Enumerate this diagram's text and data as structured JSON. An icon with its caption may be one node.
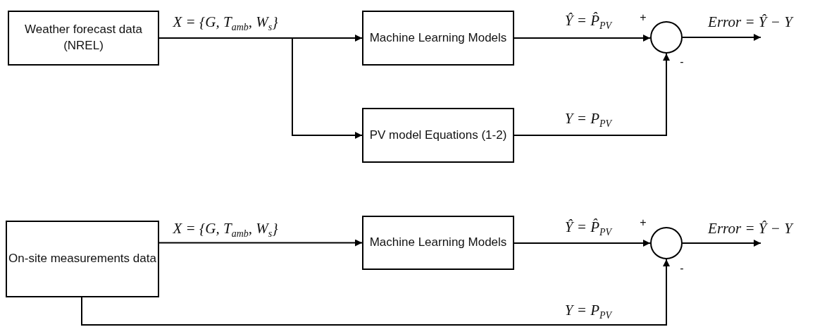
{
  "diagram": {
    "nodes": [
      {
        "text": [
          "Weather forecast data (NREL)"
        ]
      },
      {
        "text": [
          "Machine Learning Models"
        ]
      },
      {
        "text": [
          "PV model Equations (1-2)"
        ]
      },
      {
        "text": [],
        "shape": "circle"
      },
      {
        "text": [
          "On-site measurements data"
        ]
      },
      {
        "text": [
          "Machine Learning Models"
        ]
      },
      {
        "text": [],
        "shape": "circle"
      }
    ],
    "edges": [
      {
        "from": 0,
        "to": 1,
        "arrow": "to",
        "label": "X = {G, T$_{amb}$, W$_{s}$}"
      },
      {
        "from": 0,
        "to": 2,
        "arrow": "to"
      },
      {
        "from": 1,
        "to": 3,
        "arrow": "to",
        "label": "Ŷ = P̂$_{PV}$"
      },
      {
        "from": 2,
        "to": 3,
        "arrow": "to",
        "label": "Y = P$_{PV}$"
      },
      {
        "from": 3,
        "to": null,
        "arrow": "to",
        "label": "Error = Ŷ − Y"
      },
      {
        "from": 4,
        "to": 5,
        "arrow": "to",
        "label": "X = {G, T$_{amb}$, W$_{s}$}"
      },
      {
        "from": 5,
        "to": 6,
        "arrow": "to",
        "label": "Ŷ = P̂$_{PV}$"
      },
      {
        "from": 4,
        "to": 6,
        "arrow": "to",
        "label": "Y = P$_{PV}$"
      },
      {
        "from": 6,
        "to": null,
        "arrow": "to",
        "label": "Error = Ŷ − Y"
      }
    ],
    "labels": [
      "+",
      "-",
      "+",
      "-"
    ]
  }
}
